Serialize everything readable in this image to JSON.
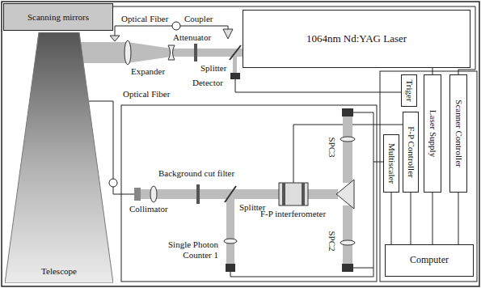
{
  "diagram": {
    "nodes": [
      {
        "text": [
          "Scanning mirrors"
        ]
      },
      {
        "text": [
          "Telescope"
        ]
      },
      {
        "text": [
          "1064nm Nd:YAG Laser"
        ]
      },
      {
        "text": [
          "Multiscaler"
        ]
      },
      {
        "text": [
          "Triger"
        ]
      },
      {
        "text": [
          "F-P Controller"
        ]
      },
      {
        "text": [
          "Laser Supply"
        ]
      },
      {
        "text": [
          "Scanner Controller"
        ]
      },
      {
        "text": [
          "Computer"
        ]
      }
    ],
    "edges": [
      {
        "from": 7,
        "to": 0,
        "arrow": "none"
      },
      {
        "from": 6,
        "to": 2,
        "arrow": "none"
      }
    ],
    "labels": [
      "Optical Fiber",
      "Coupler",
      "Attenuator",
      "Expander",
      "Splitter",
      "Detector",
      "Optical Fiber",
      "Collimator",
      "Background cut filter",
      "Splitter",
      "F-P interferometer",
      "SPC3",
      "SPC2",
      "Single Photon Counter 1"
    ]
  }
}
